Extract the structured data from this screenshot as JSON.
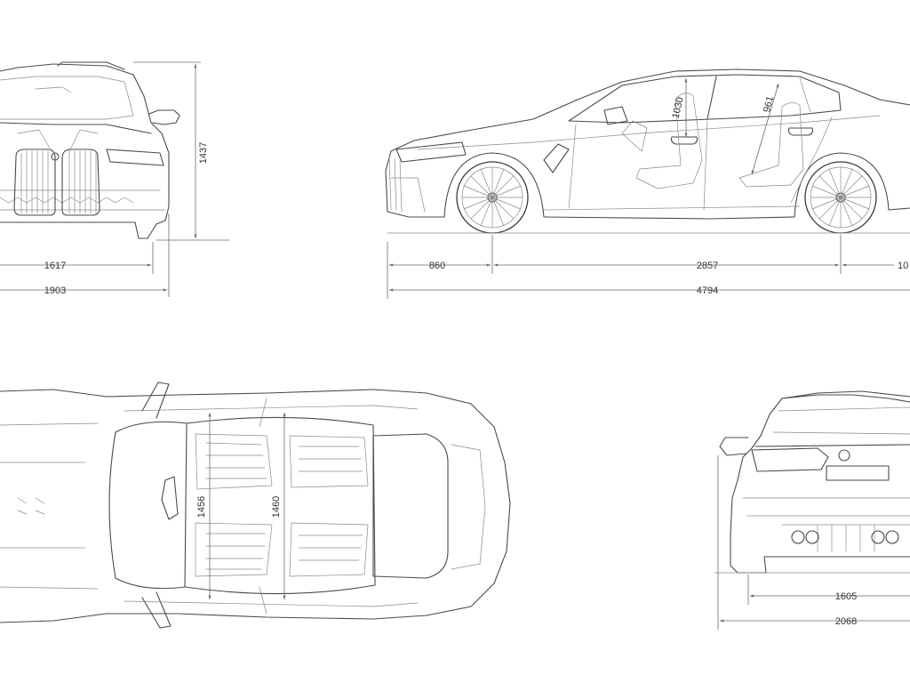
{
  "dimensions": {
    "front_height": "1437",
    "front_track": "1617",
    "front_width": "1903",
    "front_overhang": "860",
    "wheelbase": "2857",
    "rear_overhang_partial": "10",
    "overall_length": "4794",
    "front_headroom": "1030",
    "rear_headroom": "961",
    "front_shoulder": "1456",
    "rear_shoulder": "1460",
    "rear_track": "1605",
    "width_with_mirrors": "2068"
  },
  "colors": {
    "line": "#4a4a4a",
    "dimension_line": "#6a6a6a",
    "text": "#333333",
    "background": "#ffffff"
  }
}
